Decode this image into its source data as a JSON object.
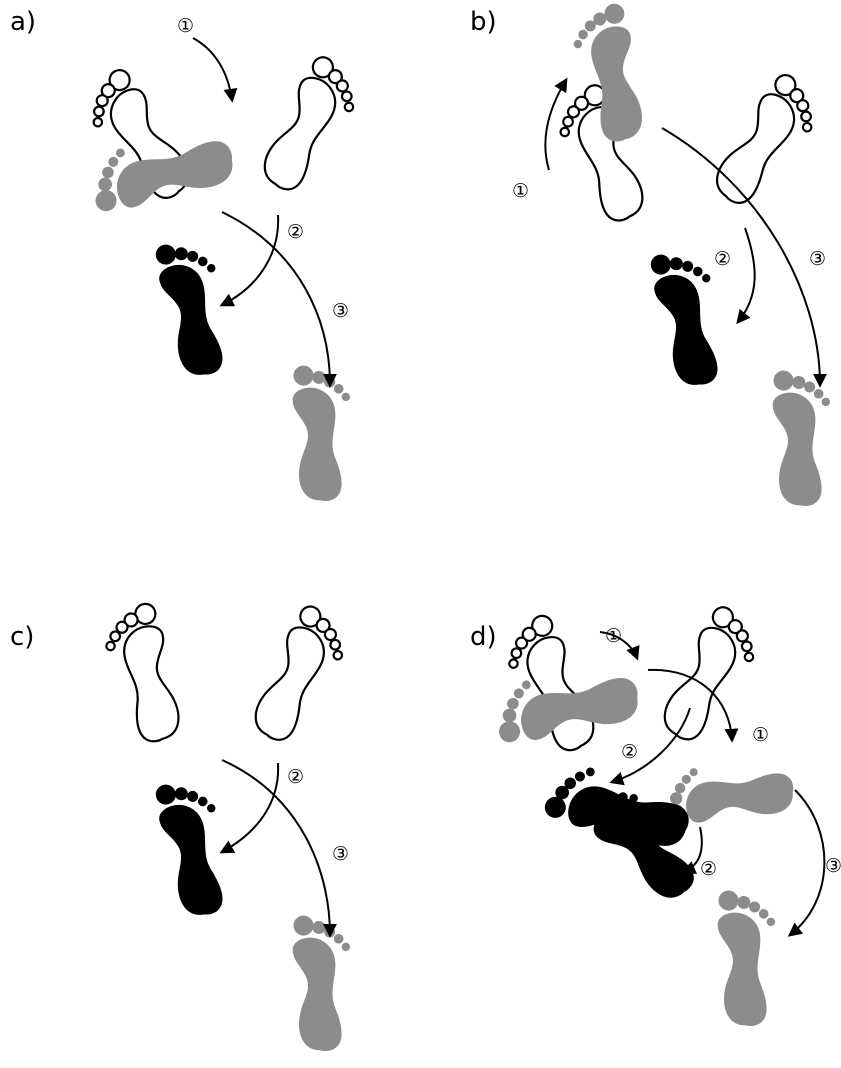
{
  "panels": [
    {
      "label": "a)",
      "feet": [
        {
          "role": "start-left",
          "style": "outline",
          "side": "L"
        },
        {
          "role": "start-right",
          "style": "outline",
          "side": "R"
        },
        {
          "role": "step-1",
          "style": "gray",
          "side": "R"
        },
        {
          "role": "step-2",
          "style": "black",
          "side": "R"
        },
        {
          "role": "step-3",
          "style": "gray",
          "side": "R"
        }
      ],
      "steps": [
        {
          "label": "①"
        },
        {
          "label": "②"
        },
        {
          "label": "③"
        }
      ]
    },
    {
      "label": "b)",
      "feet": [
        {
          "role": "start-left",
          "style": "outline",
          "side": "L"
        },
        {
          "role": "start-right",
          "style": "outline",
          "side": "R"
        },
        {
          "role": "step-1",
          "style": "gray",
          "side": "L"
        },
        {
          "role": "step-2",
          "style": "black",
          "side": "R"
        },
        {
          "role": "step-3",
          "style": "gray",
          "side": "R"
        }
      ],
      "steps": [
        {
          "label": "①"
        },
        {
          "label": "②"
        },
        {
          "label": "③"
        }
      ]
    },
    {
      "label": "c)",
      "feet": [
        {
          "role": "start-left",
          "style": "outline",
          "side": "L"
        },
        {
          "role": "start-right",
          "style": "outline",
          "side": "R"
        },
        {
          "role": "step-2",
          "style": "black",
          "side": "R"
        },
        {
          "role": "step-3",
          "style": "gray",
          "side": "R"
        }
      ],
      "steps": [
        {
          "label": "②"
        },
        {
          "label": "③"
        }
      ]
    },
    {
      "label": "d)",
      "feet": [
        {
          "role": "start-left",
          "style": "outline",
          "side": "L"
        },
        {
          "role": "start-right",
          "style": "outline",
          "side": "R"
        },
        {
          "role": "step-1a",
          "style": "gray",
          "side": "R"
        },
        {
          "role": "step-1b",
          "style": "gray",
          "side": "R"
        },
        {
          "role": "step-2a",
          "style": "black",
          "side": "R"
        },
        {
          "role": "step-2b",
          "style": "black",
          "side": "R"
        },
        {
          "role": "step-3",
          "style": "gray",
          "side": "R"
        }
      ],
      "steps": [
        {
          "label": "①"
        },
        {
          "label": "①"
        },
        {
          "label": "②"
        },
        {
          "label": "②"
        },
        {
          "label": "③"
        }
      ]
    }
  ],
  "colors": {
    "outline_fill": "#ffffff",
    "outline_stroke": "#000000",
    "gray_fill": "#8c8c8c",
    "black_fill": "#000000",
    "arrow": "#000000"
  }
}
